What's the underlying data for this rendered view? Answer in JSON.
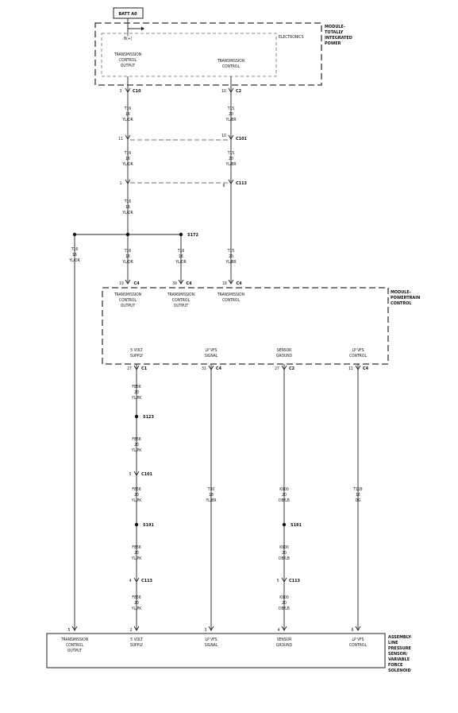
{
  "batt": "BATT A0",
  "modules": {
    "tipm": {
      "name": [
        "MODULE-",
        "TOTALLY",
        "INTEGRATED",
        "POWER"
      ],
      "section": "ELECTRONICS",
      "b_plus": "B(+)"
    },
    "pcm": {
      "name": [
        "MODULE-",
        "POWERTRAIN",
        "CONTROL"
      ]
    },
    "sensor": {
      "name": [
        "ASSEMBLY-",
        "LINE",
        "PRESSURE",
        "SENSOR/",
        "VARIABLE",
        "FORCE",
        "SOLENOID"
      ]
    }
  },
  "pin_labels": {
    "tco": [
      "TRANSMISSION",
      "CONTROL",
      "OUTPUT"
    ],
    "tc": [
      "TRANSMISSION",
      "CONTROL"
    ],
    "supply": [
      "5 VOLT",
      "SUPPLY"
    ],
    "lp_signal": [
      "LP VFS",
      "SIGNAL"
    ],
    "sensor_ground": [
      "SENSOR",
      "GROUND"
    ],
    "lp_control": [
      "LP VFS",
      "CONTROL"
    ]
  },
  "wires": {
    "t16": [
      "T16",
      "16",
      "YL/OR"
    ],
    "t15": [
      "T15",
      "20",
      "YL/BR"
    ],
    "f856": [
      "F856",
      "20",
      "YL/PK"
    ],
    "t30": [
      "T30",
      "18",
      "YL/BR"
    ],
    "k900": [
      "K900",
      "20",
      "DB/LB"
    ],
    "t118": [
      "T118",
      "16",
      "DG"
    ]
  },
  "connectors": {
    "c10_pin": "3",
    "c10": "C10",
    "c2_pin": "10",
    "c2": "C2",
    "c101a_pin": "11",
    "c101a_pin2": "10",
    "c101a": "C101",
    "c113a_pin": "1",
    "c113a_pin2": "6",
    "c113a": "C113",
    "s172": "S172",
    "pcm_c4_pin1": "19",
    "pcm_c4_pin2": "39",
    "pcm_c4_pin3": "18",
    "c4": "C4",
    "c1_pin": "27",
    "c1": "C1",
    "c4b_pin": "31",
    "c2b_pin": "27",
    "c4c_pin": "11",
    "s123": "S123",
    "c101b_pin": "5",
    "c101b": "C101",
    "s191": "S191",
    "c113b_pin": "4",
    "c113b": "C113",
    "c113c_pin": "5",
    "sensor_pins": [
      "5",
      "2",
      "3",
      "4",
      "6"
    ]
  }
}
